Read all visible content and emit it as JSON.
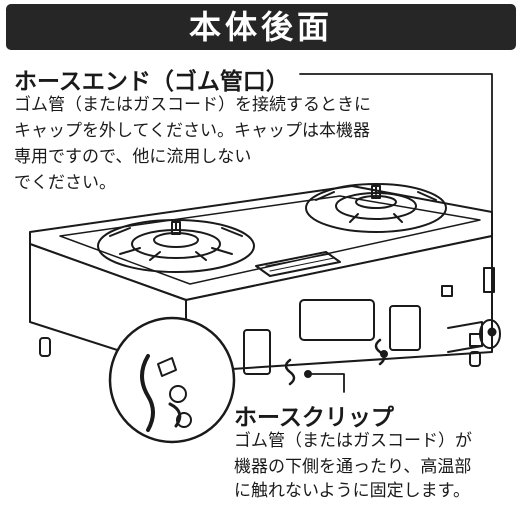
{
  "header": {
    "title": "本体後面"
  },
  "hose_end": {
    "title": "ホースエンド（ゴム管口）",
    "lines": [
      "ゴム管（またはガスコード）を接続するときに",
      "キャップを外してください。キャップは本機器",
      "専用ですので、他に流用しない",
      "でください。"
    ]
  },
  "hose_clip": {
    "title": "ホースクリップ",
    "lines": [
      "ゴム管（またはガスコード）が",
      "機器の下側を通ったり、高温部",
      "に触れないように固定します。"
    ]
  }
}
